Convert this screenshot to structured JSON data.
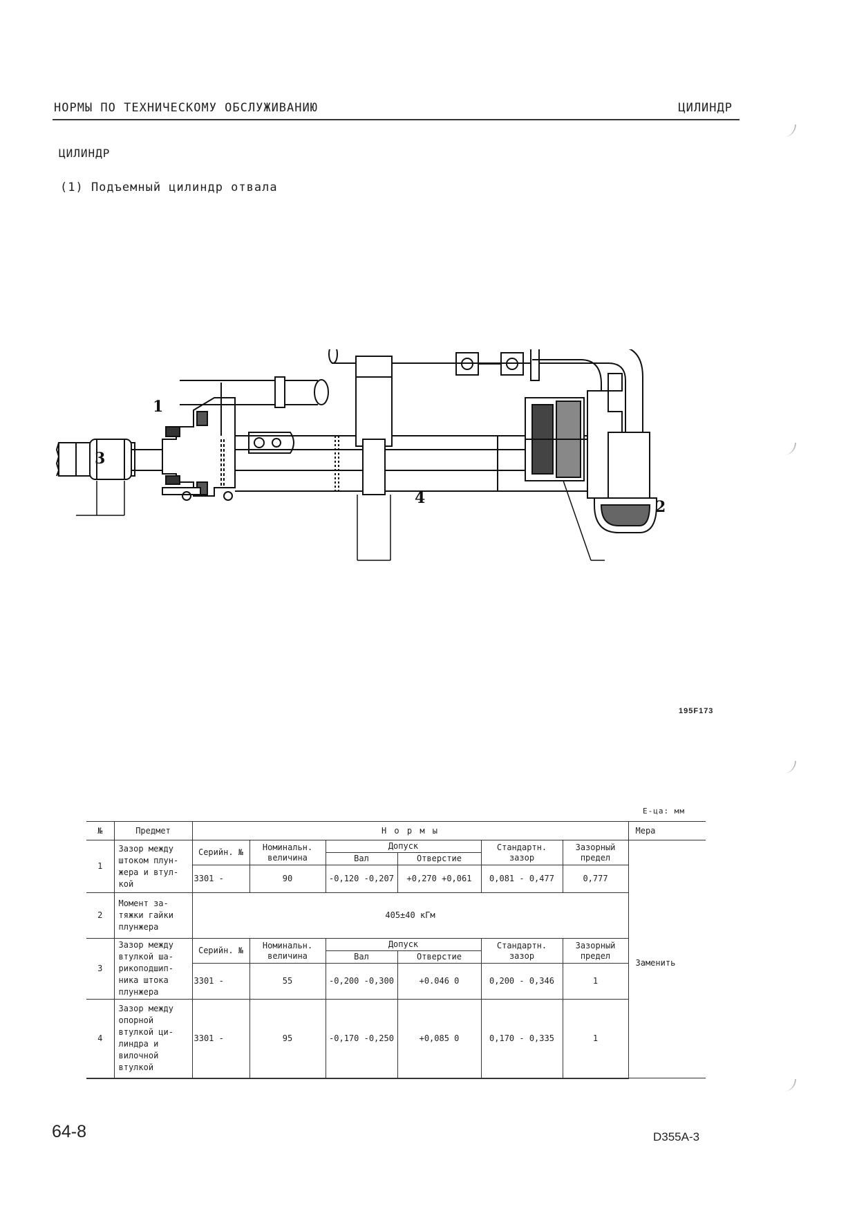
{
  "header": {
    "left": "НОРМЫ ПО ТЕХНИЧЕСКОМУ ОБСЛУЖИВАНИЮ",
    "right": "ЦИЛИНДР"
  },
  "section_title": "ЦИЛИНДР",
  "subtitle": "(1) Подъемный цилиндр отвала",
  "figure": {
    "code": "195F173",
    "callouts": [
      "1",
      "2",
      "3",
      "4"
    ]
  },
  "unit_note": "Е-ца:  мм",
  "table": {
    "headers": {
      "no": "№",
      "item": "Предмет",
      "norms": "Н о р м ы",
      "measure": "Мера",
      "serial": "Серийн. №",
      "nominal": "Номинальн. величина",
      "tolerance": "Допуск",
      "shaft": "Вал",
      "hole": "Отверстие",
      "std_clearance": "Стандартн. зазор",
      "limit": "Зазорный предел"
    },
    "rows": [
      {
        "no": "1",
        "item": "Зазор между штоком плун- жера и втул- кой",
        "serial": "3301 -",
        "nominal": "90",
        "shaft": "-0,120 -0,207",
        "hole": "+0,270 +0,061",
        "std": "0,081 - 0,477",
        "limit": "0,777"
      },
      {
        "no": "2",
        "item": "Момент за- тяжки гайки плунжера",
        "value": "405±40 кГм"
      },
      {
        "no": "3",
        "item": "Зазор между втулкой ша- рикоподшип- ника штока плунжера",
        "serial": "3301 -",
        "nominal": "55",
        "shaft": "-0,200 -0,300",
        "hole": "+0.046 0",
        "std": "0,200 - 0,346",
        "limit": "1"
      },
      {
        "no": "4",
        "item": "Зазор между опорной втулкой ци- линдра и вилочной втулкой",
        "serial": "3301 -",
        "nominal": "95",
        "shaft": "-0,170 -0,250",
        "hole": "+0,085 0",
        "std": "0,170 - 0,335",
        "limit": "1"
      }
    ],
    "measure_value": "Заменить"
  },
  "footer": {
    "page": "64-8",
    "model": "D355A-3"
  }
}
